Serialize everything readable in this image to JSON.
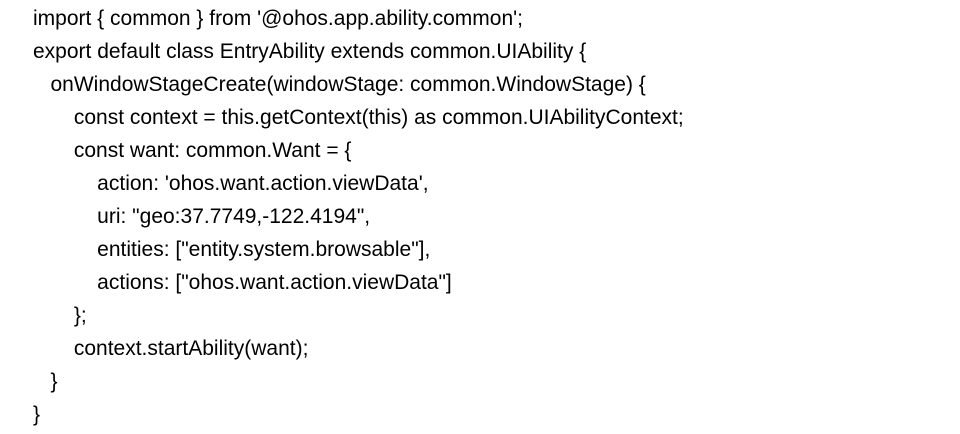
{
  "page": {
    "background_color": "#ffffff",
    "text_color": "#000000"
  },
  "code": {
    "lines": [
      "import { common } from '@ohos.app.ability.common';",
      "export default class EntryAbility extends common.UIAbility {",
      "   onWindowStageCreate(windowStage: common.WindowStage) {",
      "       const context = this.getContext(this) as common.UIAbilityContext;",
      "       const want: common.Want = {",
      "           action: 'ohos.want.action.viewData',",
      "           uri: \"geo:37.7749,-122.4194\",",
      "           entities: [\"entity.system.browsable\"],",
      "           actions: [\"ohos.want.action.viewData\"]",
      "       };",
      "       context.startAbility(want);",
      "   }",
      "}"
    ]
  }
}
